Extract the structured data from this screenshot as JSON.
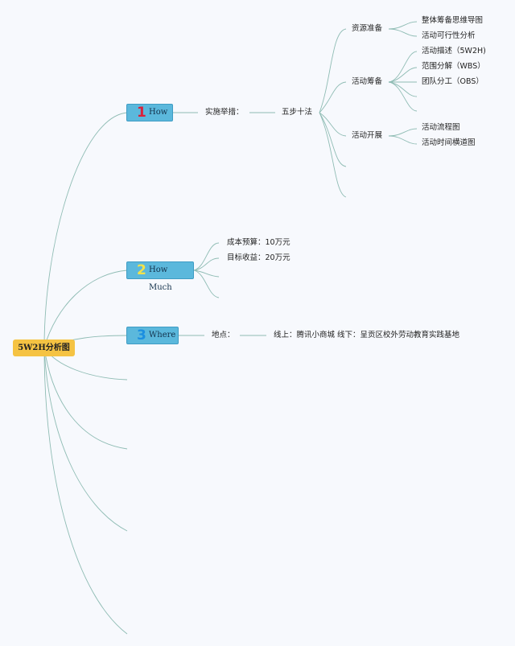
{
  "root": "5W2H分析图",
  "branches": [
    {
      "num": "1",
      "label": "How",
      "num_color": "#d9213a"
    },
    {
      "num": "2",
      "label": "How Much",
      "num_color": "#f2e24a"
    },
    {
      "num": "3",
      "label": "Where",
      "num_color": "#1c8fe0"
    }
  ],
  "how": {
    "measures": "实施举措：",
    "method": "五步十法",
    "groups": [
      {
        "label": "资源准备",
        "items": [
          "整体筹备思维导图",
          "活动可行性分析"
        ]
      },
      {
        "label": "活动筹备",
        "items": [
          "活动描述（5W2H)",
          "范围分解（WBS）",
          "团队分工（OBS）"
        ]
      },
      {
        "label": "活动开展",
        "items": [
          "活动流程图",
          "活动时间横道图"
        ]
      }
    ]
  },
  "how_much": {
    "items": [
      "成本预算：10万元",
      "目标收益：20万元"
    ]
  },
  "where": {
    "label": "地点：",
    "value": "线上：腾讯小商城 线下：呈贡区校外劳动教育实践基地"
  },
  "colors": {
    "line": "#8fbcb4",
    "root": "#f5c343",
    "branch": "#5bb8dc"
  }
}
